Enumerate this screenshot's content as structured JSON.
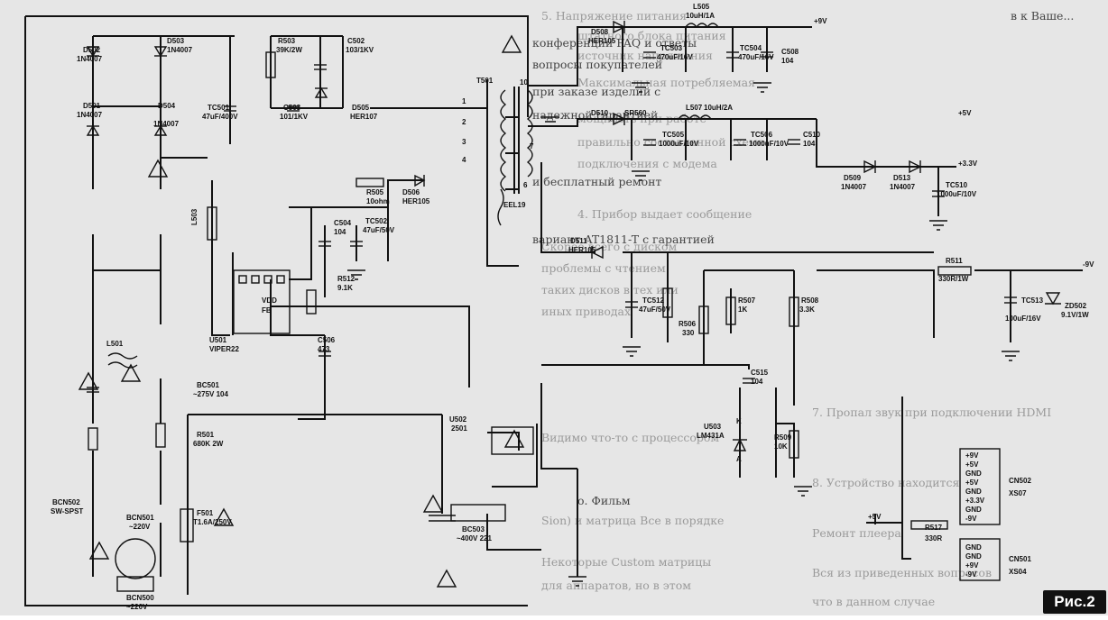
{
  "figure": {
    "badge": "Рис.2",
    "components": {
      "D502": "D502",
      "D502v": "1N4007",
      "D503": "D503",
      "D503v": "1N4007",
      "D501": "D501",
      "D501v": "1N4007",
      "D504": "D504",
      "D504v": "1N4007",
      "R503": "R503",
      "R503v": "39K/2W",
      "C502": "C502",
      "C502v": "103/1KV",
      "TC501": "TC501",
      "TC501v": "47uF/400V",
      "C503": "C503",
      "C503v": "101/1KV",
      "D505": "D505",
      "D505v": "HER107",
      "T501": "T501",
      "EEL19": "EEL19",
      "R505": "R505",
      "R505v": "10ohm",
      "D506": "D506",
      "D506v": "HER105",
      "C504": "C504",
      "C504v": "104",
      "TC502": "TC502",
      "TC502v": "47uF/50V",
      "L503": "L503",
      "R512": "R512",
      "R512v": "9.1K",
      "U501": "U501",
      "U501v": "VIPER22",
      "VDD": "VDD",
      "FB": "FB",
      "C506": "C506",
      "C506v": "473",
      "L501": "L501",
      "BC501": "BC501",
      "BC501v": "~275V 104",
      "R501": "R501",
      "R501v": "680K 2W",
      "BCN502": "BCN502",
      "BCN502v": "SW-SPST",
      "BCN501": "BCN501",
      "BCN501v": "~220V",
      "F501": "F501",
      "F501v": "T1.6A/250V",
      "BCN500": "BCN500",
      "BCN500v": "~220V",
      "BC503": "BC503",
      "BC503v": "~400V 221",
      "U502": "U502",
      "U502v": "2501",
      "L505": "L505",
      "L505v": "10uH/1A",
      "D508": "D508",
      "D508v": "HER105",
      "TC503": "TC503",
      "TC503v": "470uF/16V",
      "TC504": "TC504",
      "TC504v": "470uF/16V",
      "C508": "C508",
      "C508v": "104",
      "rail9": "+9V",
      "D510": "D510",
      "D510v": "SR560",
      "L507": "L507",
      "L507v": "10uH/2A",
      "TC505": "TC505",
      "TC505v": "1000uF/10V",
      "TC506": "TC506",
      "TC506v": "1000uF/10V",
      "C510": "C510",
      "C510v": "104",
      "rail5": "+5V",
      "D509": "D509",
      "D509v": "1N4007",
      "D513": "D513",
      "D513v": "1N4007",
      "rail33": "+3.3V",
      "TC510": "TC510",
      "TC510v": "1000uF/10V",
      "D511": "D511",
      "D511v": "HER105",
      "R511": "R511",
      "R511v": "330R/1W",
      "railm9": "-9V",
      "TC512": "TC512",
      "TC512v": "47uF/50V",
      "R506": "R506",
      "R506v": "330",
      "R507": "R507",
      "R507v": "1K",
      "R508": "R508",
      "R508v": "3.3K",
      "TC513": "TC513",
      "TC513v": "100uF/16V",
      "ZD502": "ZD502",
      "ZD502v": "9.1V/1W",
      "C515": "C515",
      "C515v": "104",
      "U503": "U503",
      "U503v": "LM431A",
      "R509": "R509",
      "R509v": "10K",
      "K": "K",
      "A": "A",
      "CN502": "CN502",
      "XS07": "XS07",
      "cn502pins": [
        "+9V",
        "+5V",
        "GND",
        "+5V",
        "GND",
        "+3.3V",
        "GND",
        "-9V"
      ],
      "rail5b": "+5V",
      "R517": "R517",
      "R517v": "330R",
      "CN501": "CN501",
      "XS04": "XS04",
      "cn501pins": [
        "GND",
        "GND",
        "+9V",
        "-9V"
      ],
      "pins": [
        "10",
        "1",
        "2",
        "3",
        "4",
        "7",
        "6"
      ]
    },
    "text_dark": [
      "в к Ваше...",
      "конференции FAQ и ответы",
      "вопросы покупателей",
      "при заказе изделий с",
      "надежной гарантией",
      "и бесплатный ремонт",
      "вариант AT1811-T с гарантией",
      "о. Фильм"
    ],
    "text_light": [
      "5. Напряжение питания",
      "штатного блока питания",
      "источник напряжения",
      "Максимальная потребляемая",
      "мощность при работе",
      "правильно составленной схеме",
      "подключения с модема",
      "4. Прибор выдает сообщение",
      "Скорее всего с диском",
      "проблемы с чтением",
      "таких дисков в тех или",
      "иных приводах",
      "7. Пропал звук при подключении HDMI",
      "Видимо что-то с процессором",
      "8. Устройство находится",
      "Sion) и матрица Все в порядке",
      "Некоторые Custom матрицы",
      "для аппаратов, но в этом",
      "Ремонт плеера",
      "Вся из приведенных вопросов",
      "что в данном случае"
    ]
  }
}
